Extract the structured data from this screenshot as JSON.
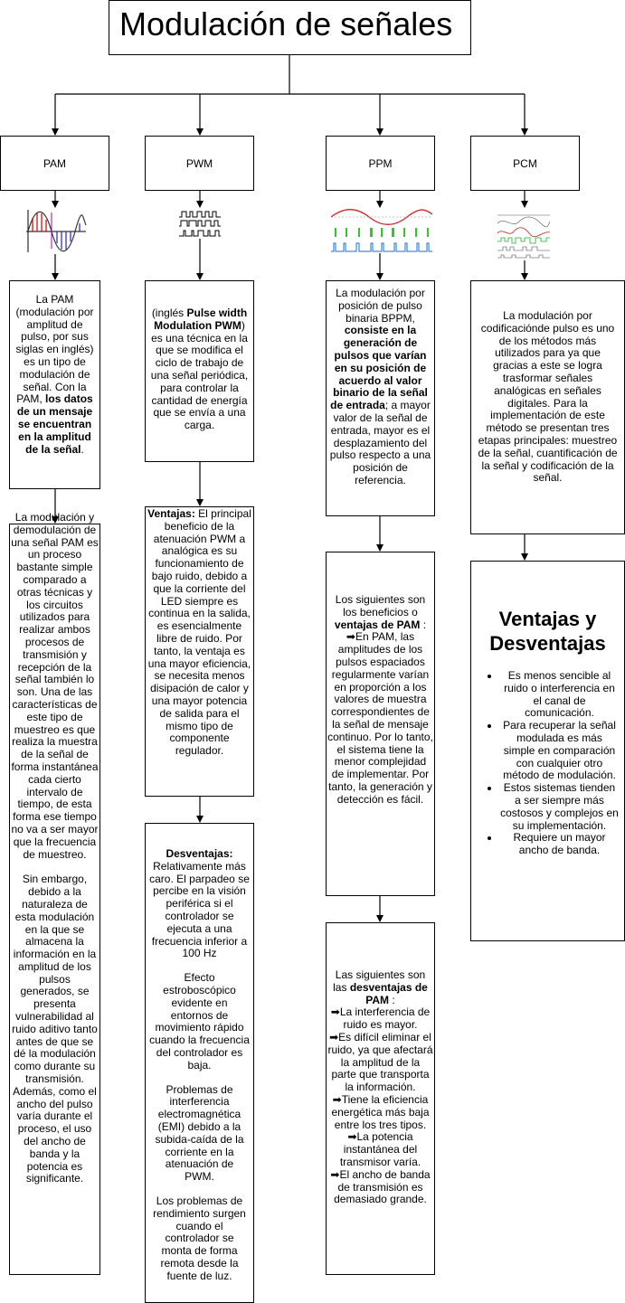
{
  "title": "Modulación de señales",
  "headers": {
    "pam": "PAM",
    "pwm": "PWM",
    "ppm": "PPM",
    "pcm": "PCM"
  },
  "pam": {
    "desc": [
      "La PAM (modulación por amplitud de pulso, por sus siglas en inglés) es un tipo de modulación de señal. Con la PAM, ",
      "los datos de un mensaje se encuentran en la amplitud de la señal",
      "."
    ],
    "para1": "La modulación y demodulación de una señal PAM es un proceso bastante simple comparado a otras técnicas y los circuitos utilizados para realizar ambos procesos de transmisión y recepción de la señal también lo son. Una de las características de este tipo de muestreo es que realiza la muestra de la señal de forma instantánea cada cierto intervalo de tiempo, de esta forma ese tiempo no va a ser mayor que la frecuencia de muestreo.",
    "para2": "Sin embargo, debido a la naturaleza de esta modulación en la que se almacena la información en la amplitud de los pulsos generados, se presenta vulnerabilidad al ruido aditivo tanto antes de que se dé la modulación como durante su transmisión. Además, como el ancho del pulso varía durante el proceso, el uso del ancho de banda y la potencia es significante."
  },
  "pwm": {
    "desc": [
      "(inglés ",
      "Pulse width Modulation PWM",
      ") es una técnica en la que se modifica el ciclo de trabajo de una señal periódica, para controlar la cantidad de energía que se envía a una carga."
    ],
    "adv_label": "Ventajas:",
    "adv_text": " El principal beneficio de la atenuación PWM a analógica es su funcionamiento de bajo ruido, debido a que la corriente del LED siempre es continua en la salida, es esencialmente libre de ruido. Por tanto, la ventaja es una mayor eficiencia, se necesita menos disipación de calor y una mayor potencia de salida para el mismo tipo de componente regulador.",
    "dis_label": "Desventajas:",
    "dis_paras": [
      "Relativamente más caro. El parpadeo se percibe en la visión periférica si el controlador se ejecuta a una frecuencia inferior a 100 Hz",
      "Efecto estroboscópico evidente en entornos de movimiento rápido cuando la frecuencia del controlador es baja.",
      "Problemas de interferencia electromagnética (EMI) debido a la subida-caída de la corriente en la atenuación de PWM.",
      "Los problemas de rendimiento surgen cuando el controlador se monta de forma remota desde la fuente de luz."
    ]
  },
  "ppm": {
    "desc": [
      "La modulación por posición de pulso binaria BPPM, ",
      "consiste en la generación de pulsos que varían en su posición de acuerdo al valor binario de la señal de entrada",
      "; a mayor valor de la señal de entrada, mayor es el desplazamiento del pulso respecto a una posición de referencia."
    ],
    "adv_intro": "Los siguientes son los beneficios o ",
    "adv_bold": "ventajas de PAM",
    "adv_after": " :",
    "adv_text": "➡En PAM, las amplitudes de los pulsos espaciados regularmente varían en proporción a los valores de muestra correspondientes de la señal de mensaje continuo. Por lo tanto, el sistema tiene la menor complejidad de implementar. Por tanto, la generación y detección es fácil.",
    "dis_intro": "Las siguientes son las ",
    "dis_bold": "desventajas de PAM",
    "dis_after": " :",
    "dis_items": [
      "➡La interferencia de ruido es mayor.",
      "➡Es difícil eliminar el ruido, ya que afectará la amplitud de la parte que transporta la información.",
      "➡Tiene la eficiencia energética más baja entre los tres tipos.",
      "➡La potencia instantánea del transmisor varía.",
      "➡El ancho de banda de transmisión es demasiado grande."
    ]
  },
  "pcm": {
    "desc": "La modulación por codificaciónde pulso es uno de los métodos más utilizados para ya que gracias a este se logra trasformar señales analógicas en señales digitales. Para la implementación de este método se presentan tres etapas principales: muestreo de la señal, cuantificación de la señal y codificación de la señal.",
    "heading": "Ventajas y Desventajas",
    "items": [
      "Es menos sencible al ruido o interferencia en el canal de comunicación.",
      "Para recuperar la señal modulada es más simple en comparación con cualquier otro método de modulación.",
      "Estos sistemas tienden a ser siempre más costosos y complejos en su implementación.",
      "Requiere un mayor ancho de banda."
    ]
  },
  "icons": {
    "pam": "pam-waveform-icon",
    "pwm": "pwm-waveform-icon",
    "ppm": "ppm-waveform-icon",
    "pcm": "pcm-waveform-icon"
  }
}
